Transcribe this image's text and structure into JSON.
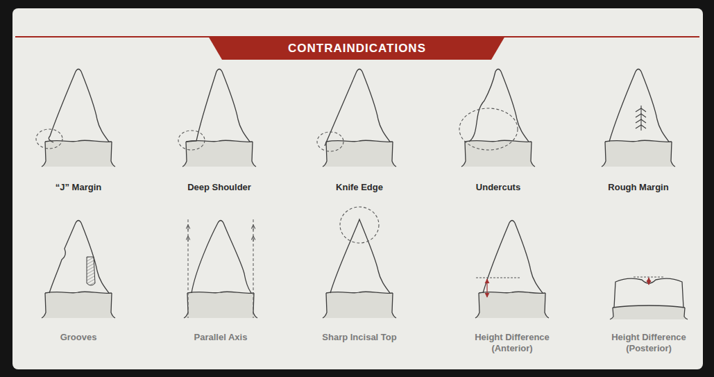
{
  "diagram": {
    "title": "CONTRAINDICATIONS",
    "labels": [
      "“J” Margin",
      "Deep Shoulder",
      "Knife Edge",
      "Undercuts",
      "Rough Margin",
      "Grooves",
      "Parallel Axis",
      "Sharp Incisal Top",
      "Height Difference (Anterior)",
      "Height Difference (Posterior)"
    ]
  }
}
